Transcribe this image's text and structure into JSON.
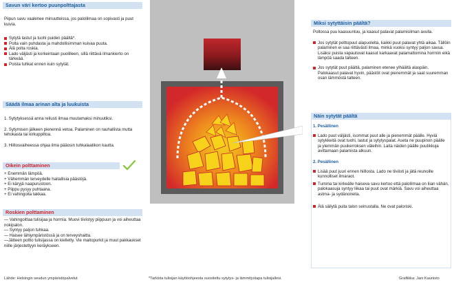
{
  "left": {
    "s1_title": "Savun väri kertoo puunpolttajasta",
    "s1_intro": "Piipun savu vaalenee minuutteissa, jos palolilmaa on sopivasti ja puut kuivia.",
    "s1_bullets": [
      "Sytytä lastut ja tuohi puiden päältä*.",
      "Polta vain puhdasta ja mahdollisimman kuivaa puuta.",
      "Älä polta roskia.",
      "Lado väljästi ja korkeintaan puolilleen, sillä riittävä ilmankierto on tärkeää.",
      "Poista tuhkat ennen kuin sytytät."
    ],
    "s2_title": "Säädä ilmaa arinan alta ja luukuista",
    "s2_items": [
      "1. Sytytyksessä anna reilusti ilmaa muutamaksi minuutiksi.",
      "2. Sytymisen jälkeen pienennä vetoa. Palaminen on rauhallista mutta tehokasta tai kirkuppiltoa.",
      "3. Hiillosvaiheessa ohjaa ilma pääosin tuhkalaatikon kautta."
    ],
    "s3_title": "Oikein polttaminen",
    "s3_items": [
      "+ Enemmän lämpöä.",
      "+ Vähemmän terveydelle  haitallisia päästöjä.",
      "+ Ei käryjä naapurustoon.",
      "+ Piippu pysyy puhtaana.",
      "+ Ei vahingoita takkaa."
    ],
    "s4_title": "Roskien polttaminen",
    "s4_items": [
      "— Vahingoittaa tulisijaa ja hormia. Muovi tiivistyy piippuun ja voi aiheuttaa nokipalon.",
      "— Syntyy paljon tuhkaa.",
      "— Haisee lähiympäristössä ja on terveyshaitta.",
      "—Jätteen poltto tulisijassa on  kielletty. Vie maitopurkit ja muut pakkaukset niille järjestettyyn keräykseen."
    ]
  },
  "right": {
    "s1_title": "Miksi sytyttäisin päältä?",
    "s1_p1": "Poltossa puu kaasuuntuu, ja kaasut palavat palamisilman avulla.",
    "s1_p2": "Jos sytytät polttopuut alapuolelta, kaikki puut palavat yhtä aikaa. Tällöin palaminen ei saa riittävästi ilmaa, minkä vuoksi syntyy paljon savua. Lisäksi puista vapautuvat kaasut karkaavat palamattomina hormiin eikä lämpöä saada talteen.",
    "s1_p3": "Jos sytytät puut päältä, palaminen etenee ylhäältä alaspäin. Palokaasut palavat hyvin, päästöt ovat pienemmät ja saat suuremman osan lämmöstä talteen.",
    "s2_title": "Näin sytytät päältä",
    "s2_sub1": "1. Pesällinen",
    "s2_p1": "Lado puut väljästi, isommat puut alle  ja pienemmät päälle. Hyviä sytykkeitä ovat tuohi, lastut ja sytytyspalat. Aseta ne puupinon päälle ja ylemmän puukerroksen väleihin. Laita näiden päälle puutikkuja avittamaan palamista alkuun.",
    "s2_sub2": "2. Pesällinen",
    "s2_p2a": "Lisää puut juuri ennen hiillosta. Lado ne tiiviisti  ja jätä reunoille kunnolliset ilmaraot.",
    "s2_p2b": "Tumma tai kirkeälle haiseva savu kertoo että palolilmaa on liian vähän, palokaasuja  syntyy liikaa tai puut ovat märkiä. Savu voi  aiheuttaa astma- ja sydänoireita.",
    "s2_p3": "Älä säilytä puita talon seinustalla. Ne ovat paloriski."
  },
  "footer": {
    "source": "Lähde: Helsingin seudun ympäristöpalvelut",
    "note": "*Tarkista tulisijan käyttöohjeesta suositeltu sytytys- ja lämmitystapa tulisijallesi.",
    "credit": "Grafiikka: Jani Kaunisto"
  },
  "colors": {
    "accent_red": "#d2232a",
    "header_bg": "#d3e2f2",
    "header_text": "#1d5d9e",
    "stove_gray": "#bfbfbf",
    "check_green": "#8cc63f"
  }
}
